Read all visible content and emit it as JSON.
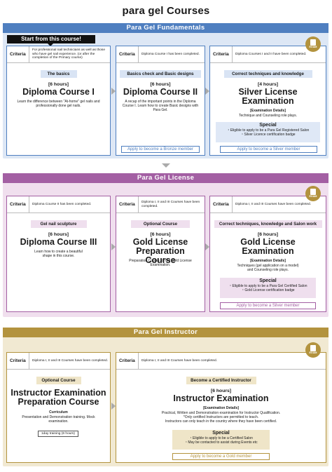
{
  "page_title": "para gel Courses",
  "colors": {
    "fund": "#4f7fc0",
    "license": "#a35fa3",
    "instructor": "#b3933e"
  },
  "start_banner": "Start from this course!",
  "criteria_label": "Criteria",
  "exam_label": "EXAM",
  "fundamentals": {
    "title": "Para Gel Fundamentals",
    "c1": {
      "criteria": "For professional nail technicians as well as those who have gel nail experience. (or after the completion of the Primary course)",
      "pill": "The basics",
      "hours": "[6 hours]",
      "title": "Diploma Course I",
      "desc": "Learn the difference between \"At-home\" gel nails and professionally done gel nails."
    },
    "c2": {
      "criteria": "Diploma Course I has been completed.",
      "pill": "Basics check and Basic designs",
      "hours": "[6 hours]",
      "title": "Diploma Course II",
      "desc": "A recap of the important points in the Diploma Course I. Learn how to create Basic designs with Para Gel.",
      "apply": "Apply to become a Bronze member"
    },
    "c3": {
      "criteria": "Diploma Courses I and II have been completed.",
      "pill": "Correct techniques and knowledge",
      "hours": "[4 hours]",
      "title": "Silver License Examination",
      "details_label": "[Examination Details]",
      "details": "Technique and Counseling role plays.",
      "special_title": "Special",
      "special1": "・Eligible to apply to be a Para Gel Registered Salon",
      "special2": "・Silver Licence certification badge",
      "apply": "Apply to become a Silver member"
    }
  },
  "license": {
    "title": "Para Gel License",
    "c1": {
      "criteria": "Diploma Course II has been completed.",
      "pill": "Gel nail sculpture",
      "hours": "[6 hours]",
      "title": "Diploma Course III",
      "desc": "Learn how to create a beautiful shape in this course."
    },
    "c2": {
      "criteria": "Diploma I, II and III Courses have been completed.",
      "pill": "Optional Course",
      "hours": "[6 hours]",
      "title": "Gold License Preparation Course",
      "desc": "Preparation Course for the Gold License Examination."
    },
    "c3": {
      "criteria": "Diploma I, II and III Courses have been completed.",
      "pill": "Correct techniques, knowledge and Salon work",
      "hours": "[6 hours]",
      "title": "Gold License Examination",
      "details_label": "[Examination Details]",
      "details": "Techniques (gel application on a model) and Counseling role plays.",
      "special_title": "Special",
      "special1": "・Eligible to apply to be a Para Gel Certified Salon",
      "special2": "・Gold License certification badge",
      "apply": "Apply to become a Silver member"
    }
  },
  "instructor": {
    "title": "Para Gel Instructor",
    "c1": {
      "criteria": "Diploma I, II and III Courses have been completed.",
      "pill": "Optional Course",
      "title": "Instructor Examination Preparation Course",
      "curr_label": "Curriculum",
      "desc": "Presentation and Demonstration training. Mock examination.",
      "training": "1day training (6 hours)"
    },
    "c2": {
      "criteria": "Diploma I, II and III Courses have been completed.",
      "pill": "Become a Certified Instructor",
      "hours": "[6 hours]",
      "title": "Instructor Examination",
      "details_label": "[Examination Details]",
      "details1": "Practical, Written and Demonstration examination for Instructor Qualification.",
      "details2": "*Only certified Instructors are permitted to teach.",
      "details3": "Instructors can only teach in the country where they have been certified.",
      "special_title": "Special",
      "special1": "・Eligible to apply to be a Certified Salon",
      "special2": "・May be contacted to assist during Events etc",
      "apply": "Apply to become a Gold member"
    }
  }
}
